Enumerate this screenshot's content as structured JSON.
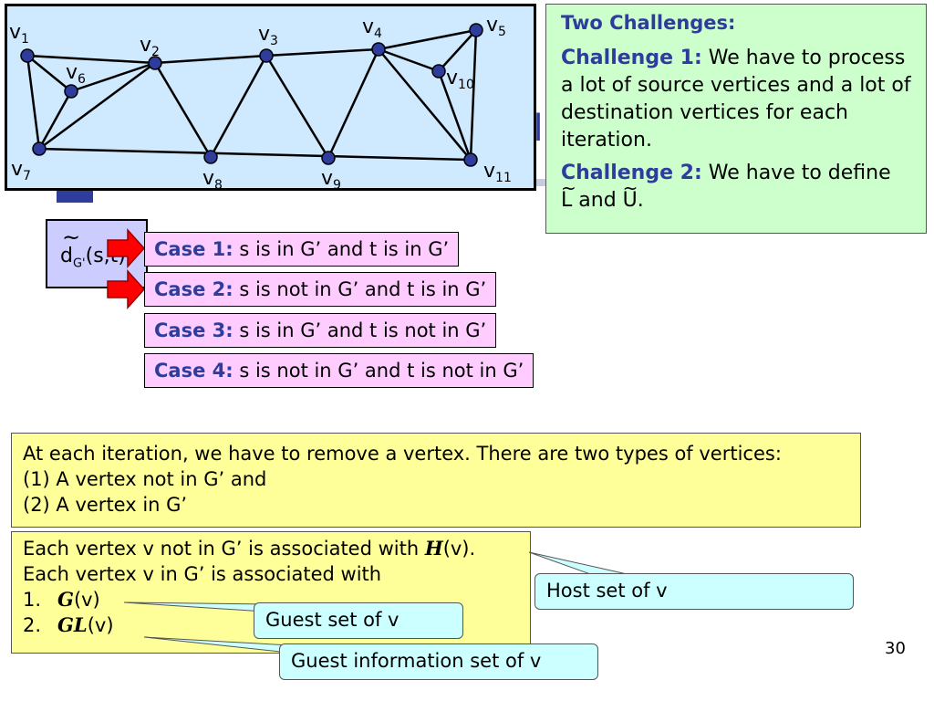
{
  "graph": {
    "vertices": [
      {
        "id": "v1",
        "base": "v",
        "sub": "1"
      },
      {
        "id": "v2",
        "base": "v",
        "sub": "2"
      },
      {
        "id": "v3",
        "base": "v",
        "sub": "3"
      },
      {
        "id": "v4",
        "base": "v",
        "sub": "4"
      },
      {
        "id": "v5",
        "base": "v",
        "sub": "5"
      },
      {
        "id": "v6",
        "base": "v",
        "sub": "6"
      },
      {
        "id": "v7",
        "base": "v",
        "sub": "7"
      },
      {
        "id": "v8",
        "base": "v",
        "sub": "8"
      },
      {
        "id": "v9",
        "base": "v",
        "sub": "9"
      },
      {
        "id": "v10",
        "base": "v",
        "sub": "10"
      },
      {
        "id": "v11",
        "base": "v",
        "sub": "11"
      }
    ],
    "edges": [
      [
        "v1",
        "v2"
      ],
      [
        "v1",
        "v6"
      ],
      [
        "v1",
        "v7"
      ],
      [
        "v6",
        "v2"
      ],
      [
        "v6",
        "v7"
      ],
      [
        "v7",
        "v2"
      ],
      [
        "v7",
        "v11"
      ],
      [
        "v2",
        "v3"
      ],
      [
        "v2",
        "v8"
      ],
      [
        "v8",
        "v3"
      ],
      [
        "v3",
        "v9"
      ],
      [
        "v3",
        "v4"
      ],
      [
        "v9",
        "v4"
      ],
      [
        "v4",
        "v5"
      ],
      [
        "v4",
        "v10"
      ],
      [
        "v4",
        "v11"
      ],
      [
        "v10",
        "v5"
      ],
      [
        "v10",
        "v11"
      ],
      [
        "v5",
        "v11"
      ]
    ],
    "colors": {
      "panel": "#cfe9ff",
      "node": "#2e3d9c"
    }
  },
  "title_fragment": "oli",
  "challenges": {
    "heading": "Two Challenges:",
    "c1_label": "Challenge 1:",
    "c1_text": "We have to process a lot of source vertices and a lot of destination vertices for each iteration.",
    "c2_label": "Challenge 2:",
    "c2_text_before": "We have to define",
    "c2_L": "L",
    "c2_and": "and",
    "c2_U": "U",
    "c2_period": ".",
    "tilde": "~"
  },
  "dbox": {
    "tilde": "~",
    "d": "d",
    "sub": "G'",
    "args": "(s,t)"
  },
  "cases": [
    {
      "label": "Case 1:",
      "text": "s is in G’ and t is in G’"
    },
    {
      "label": "Case 2:",
      "text": "s is not in G’ and t is in G’"
    },
    {
      "label": "Case 3:",
      "text": "s is in G’ and t is not in G’"
    },
    {
      "label": "Case 4:",
      "text": "s is not in G’ and t is not in G’"
    }
  ],
  "iteration": {
    "line1": "At each iteration, we have to remove a vertex. There are two types of vertices:",
    "line2": "(1) A vertex not in G’ and",
    "line3": "(2) A vertex in G’"
  },
  "association": {
    "line1_before": "Each vertex v not in G’ is associated with ",
    "line1_symbol": "H",
    "line1_after": "(v).",
    "line2": "Each vertex v in G’ is associated with",
    "item1_num": "1.",
    "item1_symbol": "G",
    "item1_after": "(v)",
    "item2_num": "2.",
    "item2_symbol": "GL",
    "item2_after": "(v)"
  },
  "callouts": {
    "host": "Host set of v",
    "guest": "Guest set of v",
    "guest_info": "Guest information set of v"
  },
  "page_number": "30",
  "colors": {
    "accent": "#2e3d9c",
    "challenge_bg": "#ccffcc",
    "case_bg": "#ffccff",
    "dbox_bg": "#ccccff",
    "yellow_bg": "#ffff99",
    "callout_bg": "#ccffff",
    "arrow": "#ff0000"
  }
}
